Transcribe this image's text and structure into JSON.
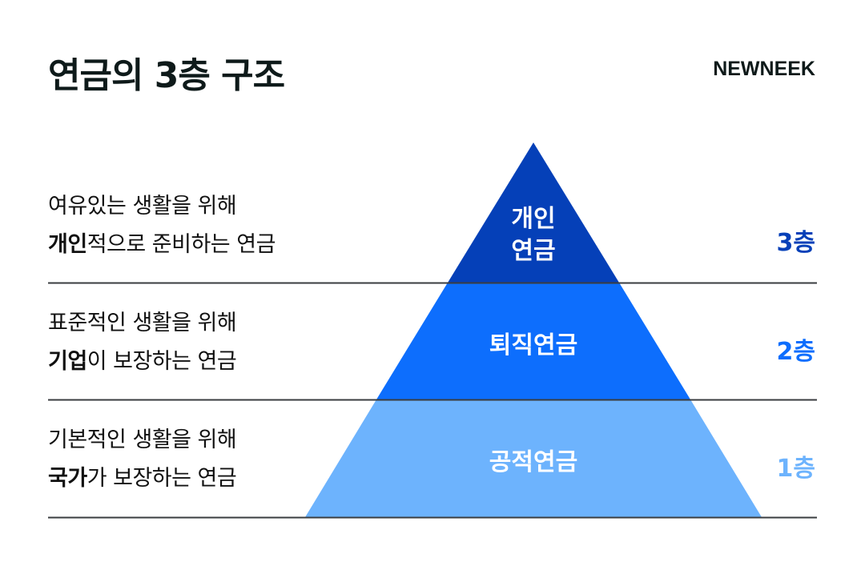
{
  "title": "연금의 3층 구조",
  "brand": "NEWNEEK",
  "colors": {
    "tier3": "#0540B8",
    "tier2": "#0D6EFD",
    "tier1": "#6DB3FD",
    "divider": "#3a3d40"
  },
  "tiers": [
    {
      "name_line1": "개인",
      "name_line2": "연금",
      "level": "3층",
      "desc_line1": "여유있는 생활을 위해",
      "desc_bold": "개인",
      "desc_rest": "적으로 준비하는 연금"
    },
    {
      "name": "퇴직연금",
      "level": "2층",
      "desc_line1": "표준적인 생활을 위해",
      "desc_bold": "기업",
      "desc_rest": "이 보장하는 연금"
    },
    {
      "name": "공적연금",
      "level": "1층",
      "desc_line1": "기본적인 생활을 위해",
      "desc_bold": "국가",
      "desc_rest": "가 보장하는 연금"
    }
  ]
}
